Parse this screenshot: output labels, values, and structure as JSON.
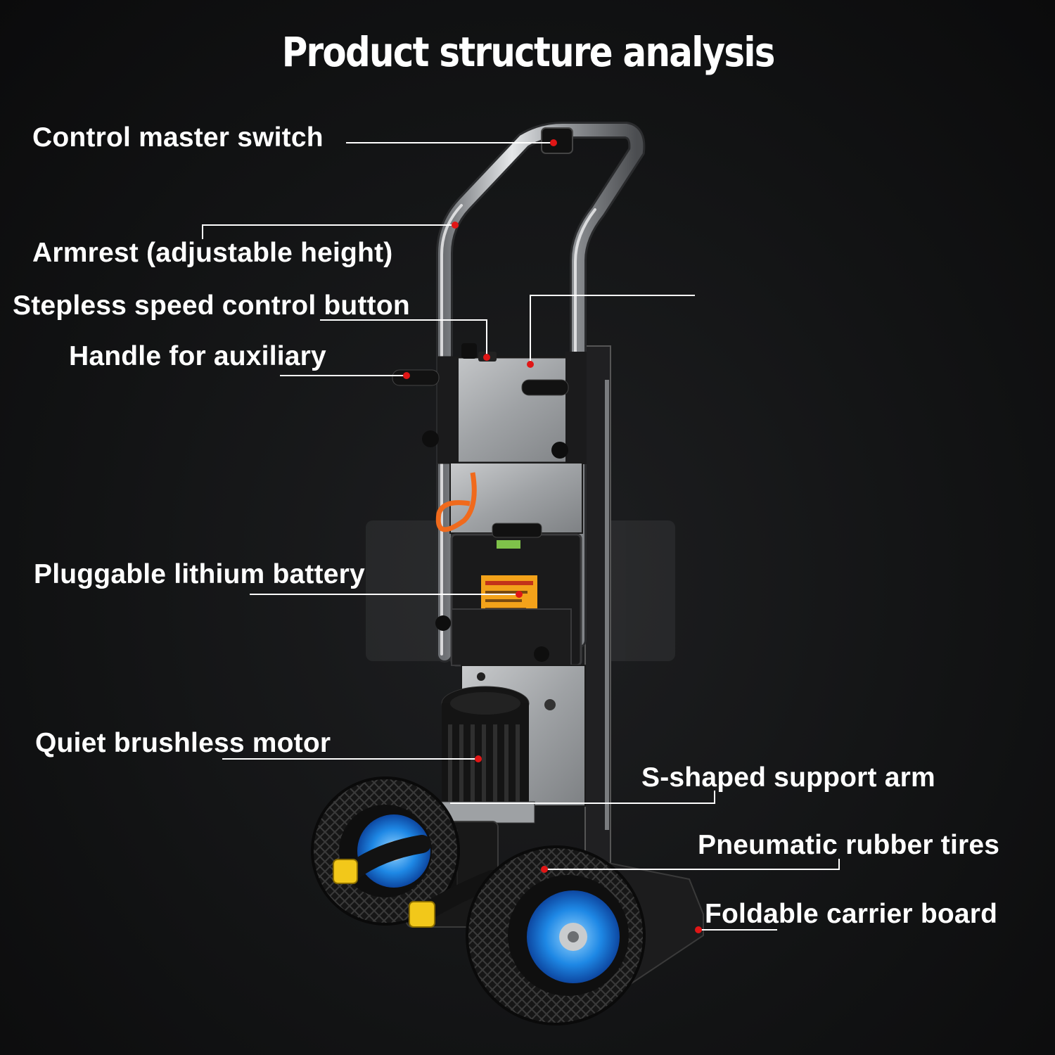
{
  "title": "Product structure analysis",
  "accent_color": "#e01616",
  "labels": {
    "control_master_switch": "Control master switch",
    "armrest": "Armrest (adjustable height)",
    "stepless_speed": "Stepless speed control button",
    "handle_auxiliary": "Handle for auxiliary",
    "lithium_battery": "Pluggable lithium battery",
    "brushless_motor": "Quiet brushless motor",
    "s_shaped_arm": "S-shaped support arm",
    "pneumatic_tires": "Pneumatic rubber tires",
    "foldable_board": "Foldable carrier board"
  }
}
